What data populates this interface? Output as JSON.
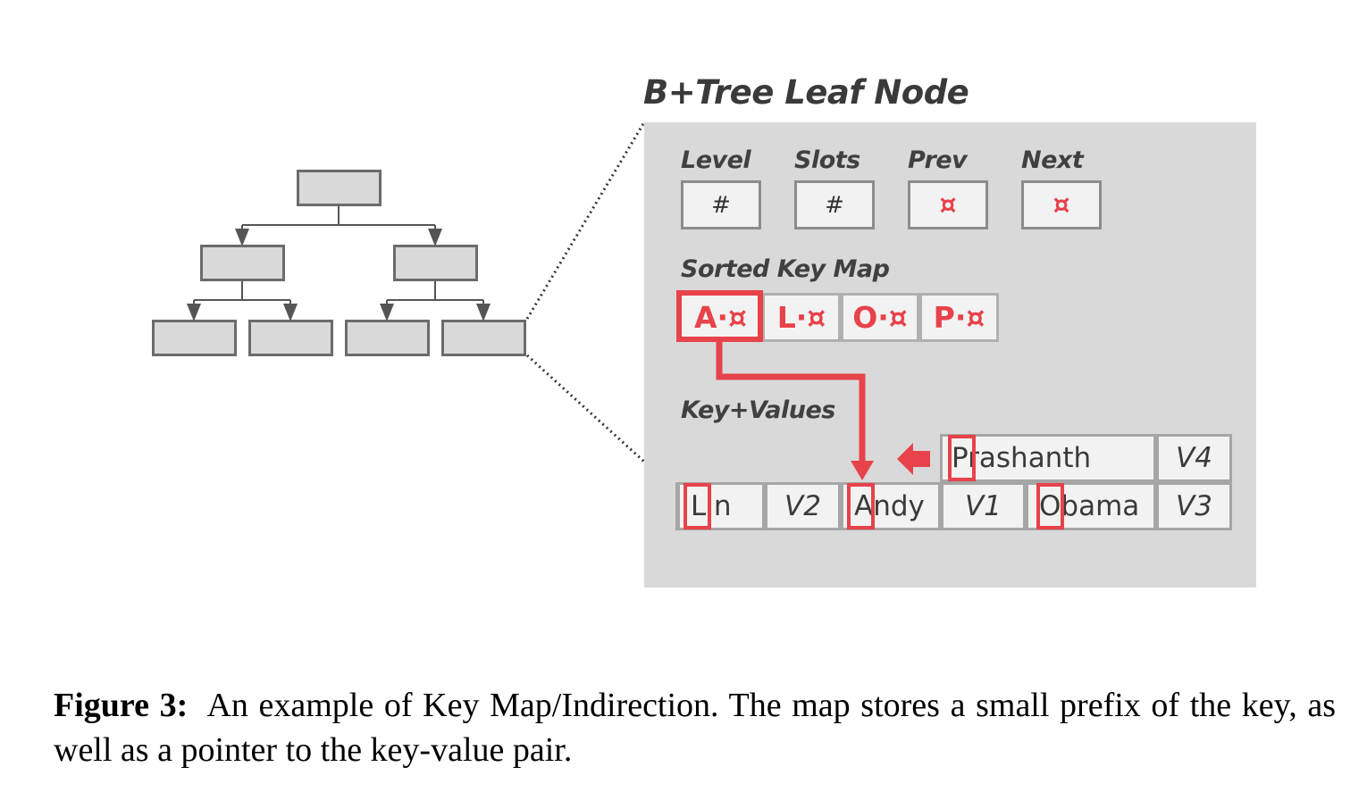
{
  "title": "B+Tree Leaf Node",
  "header_fields": [
    {
      "label": "Level",
      "value": "#"
    },
    {
      "label": "Slots",
      "value": "#"
    },
    {
      "label": "Prev",
      "value": "¤"
    },
    {
      "label": "Next",
      "value": "¤"
    }
  ],
  "sorted_key_map": {
    "label": "Sorted Key Map",
    "entries": [
      "A·¤",
      "L·¤",
      "O·¤",
      "P·¤"
    ]
  },
  "key_values": {
    "label": "Key+Values",
    "row_top": [
      {
        "key": "Prashanth",
        "value": "V4"
      }
    ],
    "row_bottom": [
      {
        "key": "Lin",
        "value": "V2"
      },
      {
        "key": "Andy",
        "value": "V1"
      },
      {
        "key": "Obama",
        "value": "V3"
      }
    ]
  },
  "caption": {
    "prefix": "Figure 3:",
    "text": "An example of Key Map/Indirection. The map stores a small prefix of the key, as well as a pointer to the key-value pair."
  },
  "colors": {
    "accent": "#e8424a",
    "panel": "#d9d9d9",
    "node_border": "#6b6b6b"
  }
}
